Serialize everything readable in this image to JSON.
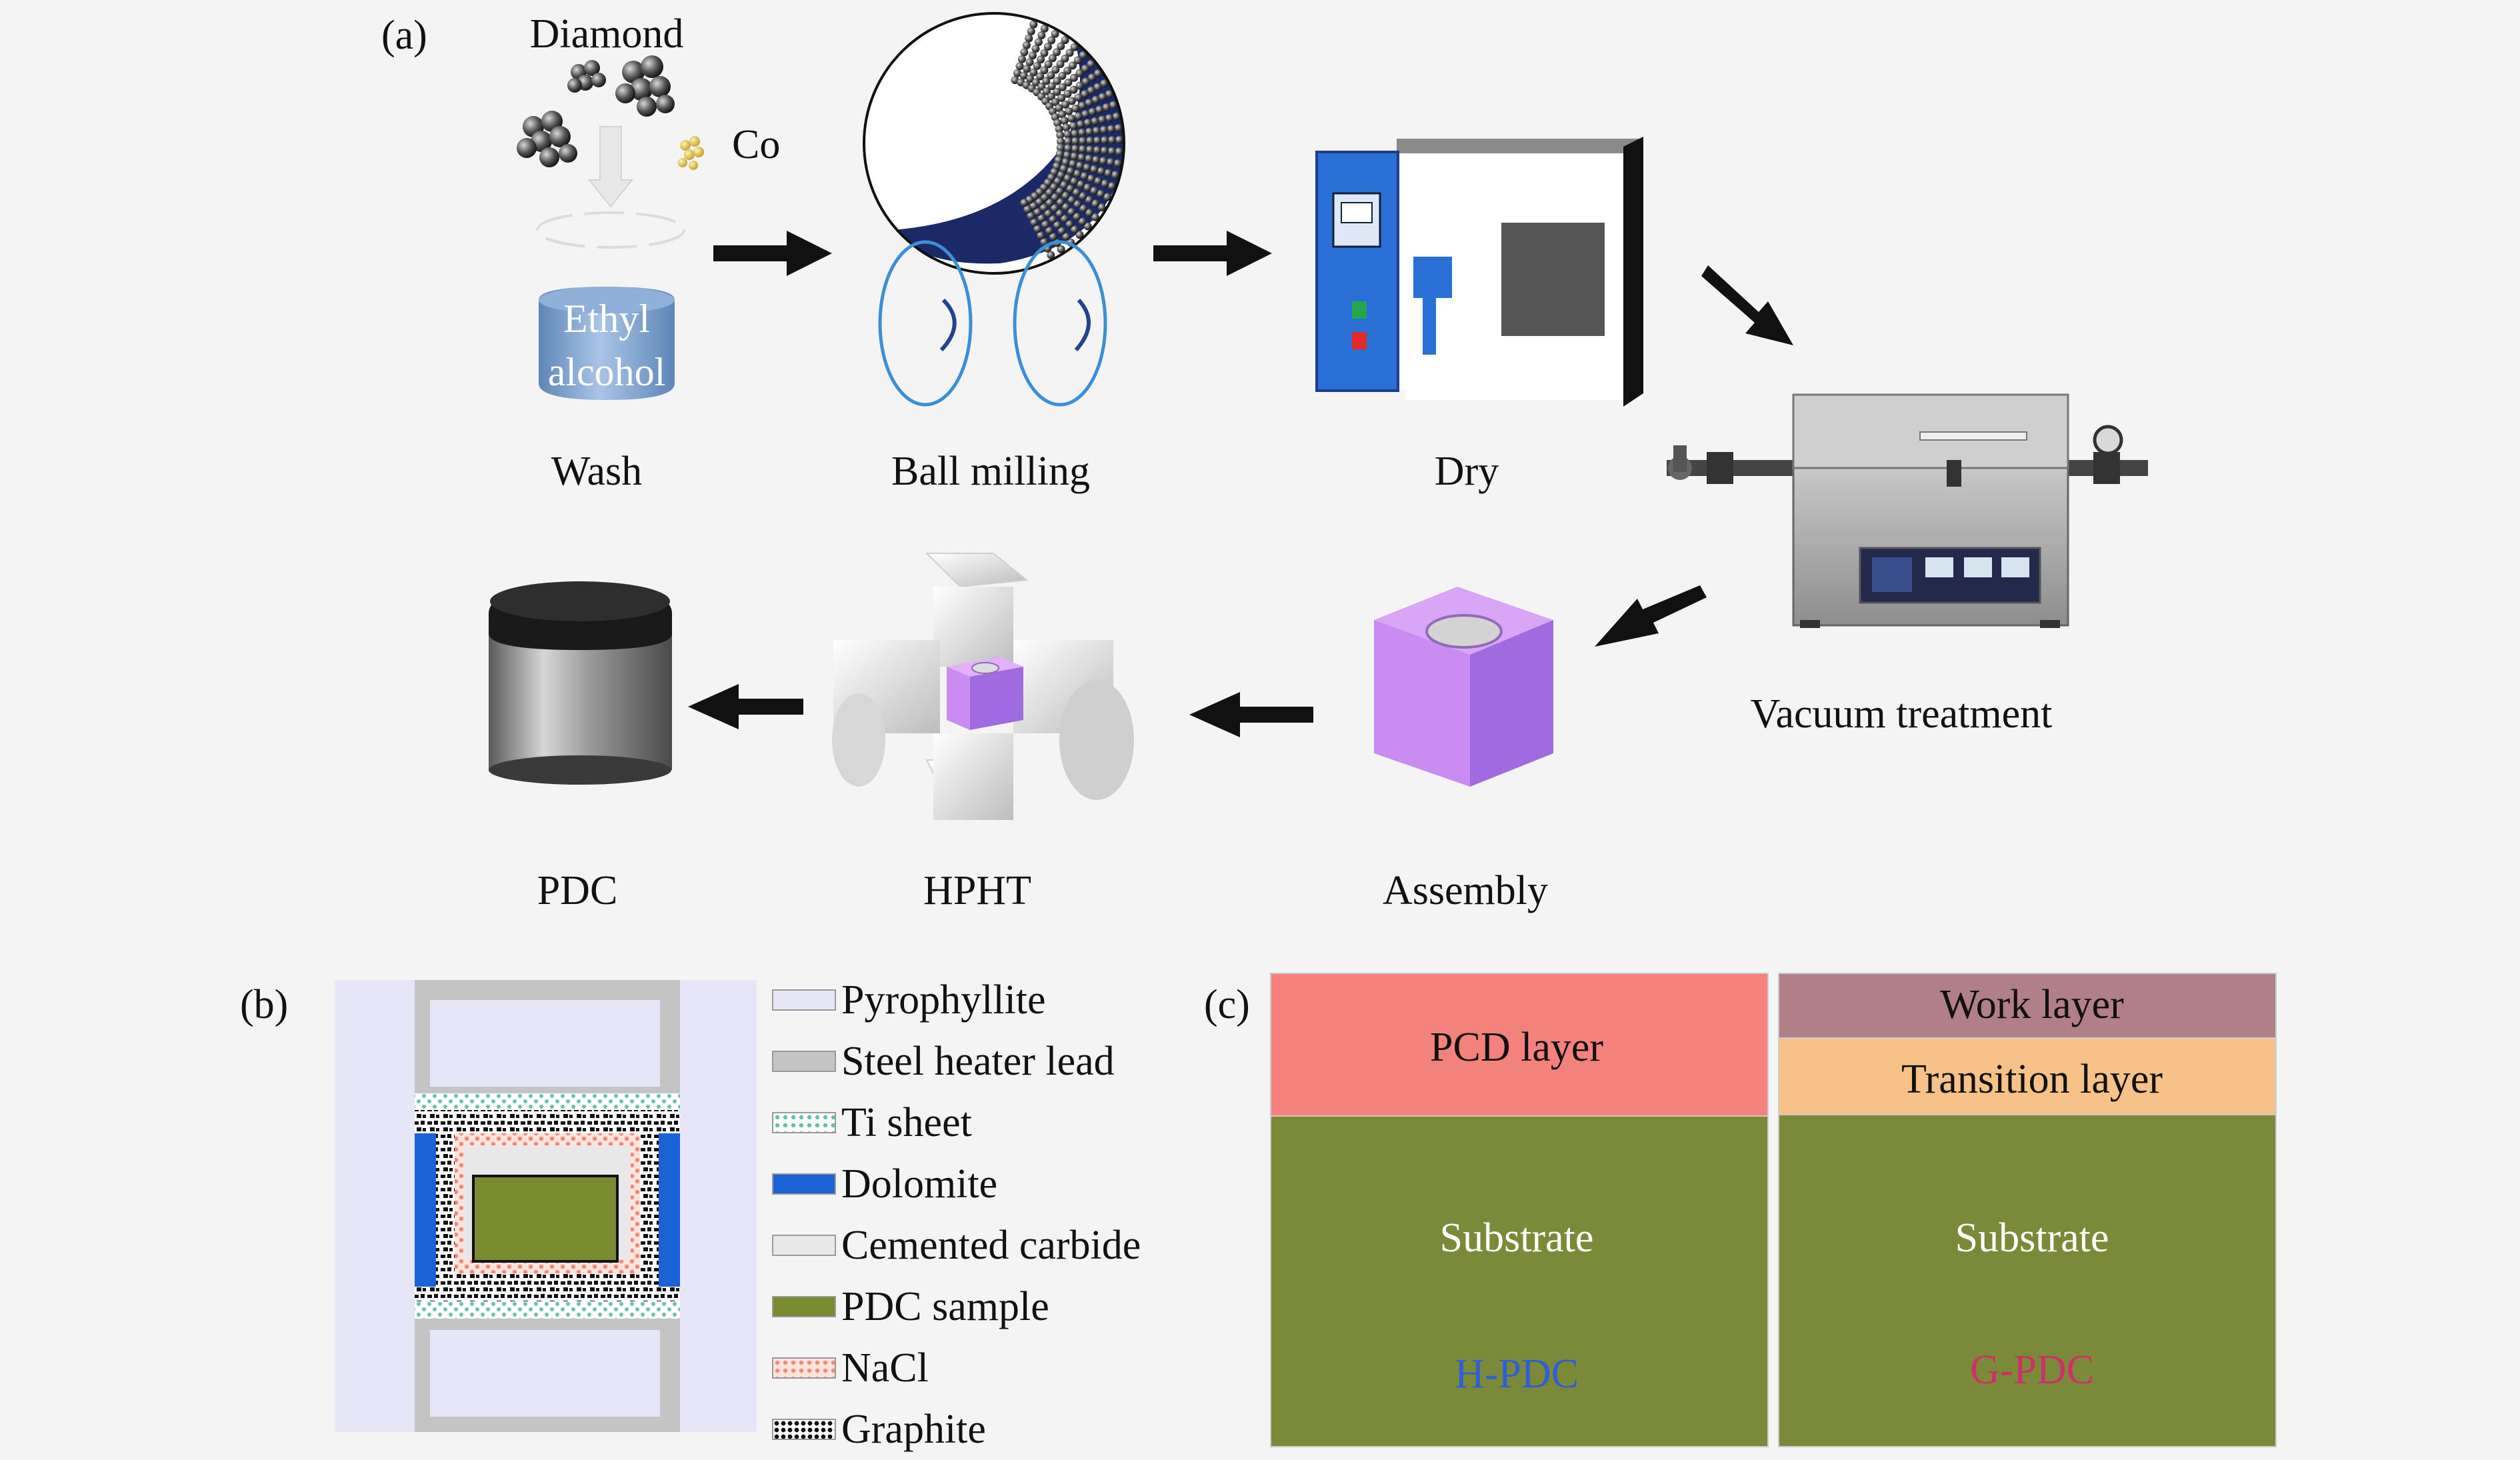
{
  "panels": {
    "a": "(a)",
    "b": "(b)",
    "c": "(c)"
  },
  "process": {
    "diamond": "Diamond",
    "co": "Co",
    "ethyl": "Ethyl",
    "alcohol": "alcohol",
    "steps": {
      "wash": "Wash",
      "ball_milling": "Ball milling",
      "dry": "Dry",
      "vacuum": "Vacuum treatment",
      "assembly": "Assembly",
      "hpht": "HPHT",
      "pdc": "PDC"
    }
  },
  "legend": [
    {
      "label": "Pyrophyllite",
      "color": "#e6e6f8"
    },
    {
      "label": "Steel heater lead",
      "color": "#c4c4c4"
    },
    {
      "label": "Ti sheet",
      "color": "#bfe6de"
    },
    {
      "label": "Dolomite",
      "color": "#1a63d6"
    },
    {
      "label": "Cemented carbide",
      "color": "#e8e8e8"
    },
    {
      "label": "PDC sample",
      "color": "#7a8a2e"
    },
    {
      "label": "NaCl",
      "color": "#f6b6a6"
    },
    {
      "label": "Graphite",
      "color": "#222222"
    }
  ],
  "structures": {
    "h_pdc": {
      "top": "PCD layer",
      "substrate": "Substrate",
      "name": "H-PDC"
    },
    "g_pdc": {
      "work": "Work layer",
      "transition": "Transition layer",
      "substrate": "Substrate",
      "name": "G-PDC"
    },
    "colors": {
      "pcd": "#f4827c",
      "substrate": "#7a8a39",
      "work": "#b07f88",
      "transition": "#f6c288",
      "h_name": "#2f5fd6",
      "g_name": "#d0306a"
    }
  }
}
